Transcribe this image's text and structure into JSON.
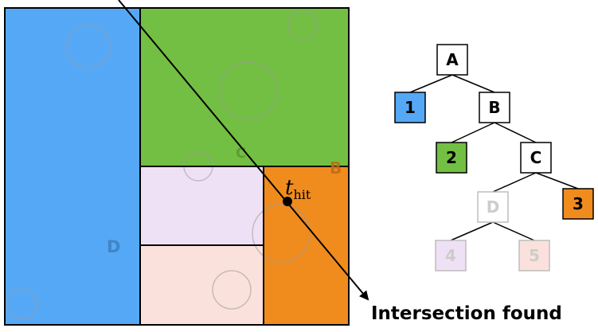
{
  "colors": {
    "region_1": "#55a8f5",
    "region_2": "#73bf43",
    "region_3": "#f08c1d",
    "region_4": "#efe1f5",
    "region_5": "#fbe1dc",
    "node_inactive_text": "#cccccc",
    "ray": "#000000",
    "circle_stroke": "#9a9a9a"
  },
  "scene": {
    "region_labels": {
      "d": "D",
      "c": "C",
      "b": "B"
    },
    "hit_label": "t",
    "hit_label_sub": "hit",
    "result_text": "Intersection found"
  },
  "tree": {
    "nodes": [
      {
        "id": "A",
        "label": "A",
        "kind": "inner",
        "active": true
      },
      {
        "id": "1",
        "label": "1",
        "kind": "leaf",
        "active": true,
        "color": "#55a8f5"
      },
      {
        "id": "B",
        "label": "B",
        "kind": "inner",
        "active": true
      },
      {
        "id": "2",
        "label": "2",
        "kind": "leaf",
        "active": true,
        "color": "#73bf43"
      },
      {
        "id": "C",
        "label": "C",
        "kind": "inner",
        "active": true
      },
      {
        "id": "D",
        "label": "D",
        "kind": "inner",
        "active": false
      },
      {
        "id": "3",
        "label": "3",
        "kind": "leaf",
        "active": true,
        "color": "#f08c1d"
      },
      {
        "id": "4",
        "label": "4",
        "kind": "leaf",
        "active": false,
        "color": "#efe1f5"
      },
      {
        "id": "5",
        "label": "5",
        "kind": "leaf",
        "active": false,
        "color": "#fbe1dc"
      }
    ],
    "edges": [
      [
        "A",
        "1"
      ],
      [
        "A",
        "B"
      ],
      [
        "B",
        "2"
      ],
      [
        "B",
        "C"
      ],
      [
        "C",
        "D"
      ],
      [
        "C",
        "3"
      ],
      [
        "D",
        "4"
      ],
      [
        "D",
        "5"
      ]
    ]
  }
}
